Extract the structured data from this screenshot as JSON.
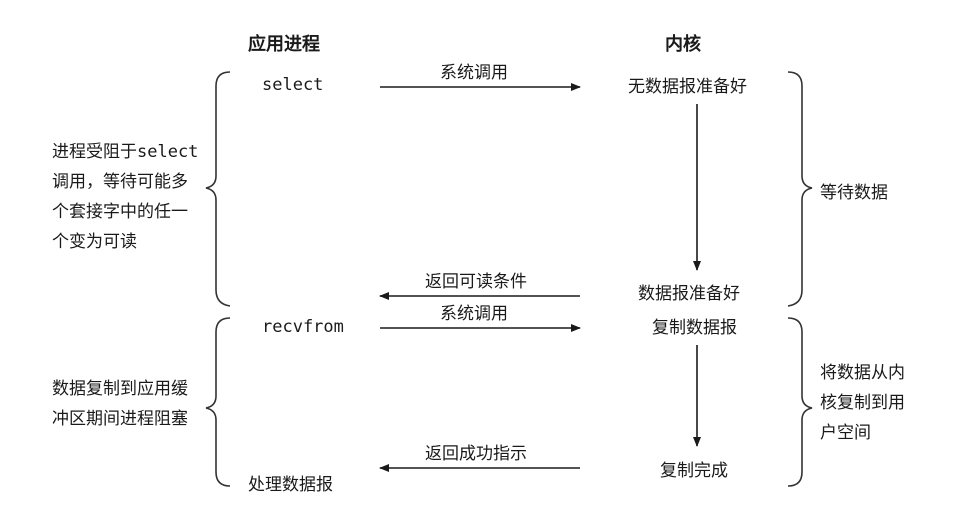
{
  "headers": {
    "app": "应用进程",
    "kernel": "内核"
  },
  "left_labels": {
    "block1_pre": "进程受阻于",
    "block1_code": "select",
    "block1_rest": [
      "调用，等待可能多",
      "个套接字中的任一",
      "个变为可读"
    ],
    "block2": [
      "数据复制到应用缓",
      "冲区期间进程阻塞"
    ]
  },
  "app_calls": {
    "select": "select",
    "recvfrom": "recvfrom",
    "process": "处理数据报"
  },
  "messages": {
    "syscall_1": "系统调用",
    "return_readable": "返回可读条件",
    "syscall_2": "系统调用",
    "return_success": "返回成功指示"
  },
  "kernel_states": {
    "no_data": "无数据报准备好",
    "data_ready": "数据报准备好",
    "copy_dgram": "复制数据报",
    "copy_done": "复制完成"
  },
  "right_labels": {
    "wait": "等待数据",
    "copy": [
      "将数据从内",
      "核复制到用",
      "户空间"
    ]
  }
}
